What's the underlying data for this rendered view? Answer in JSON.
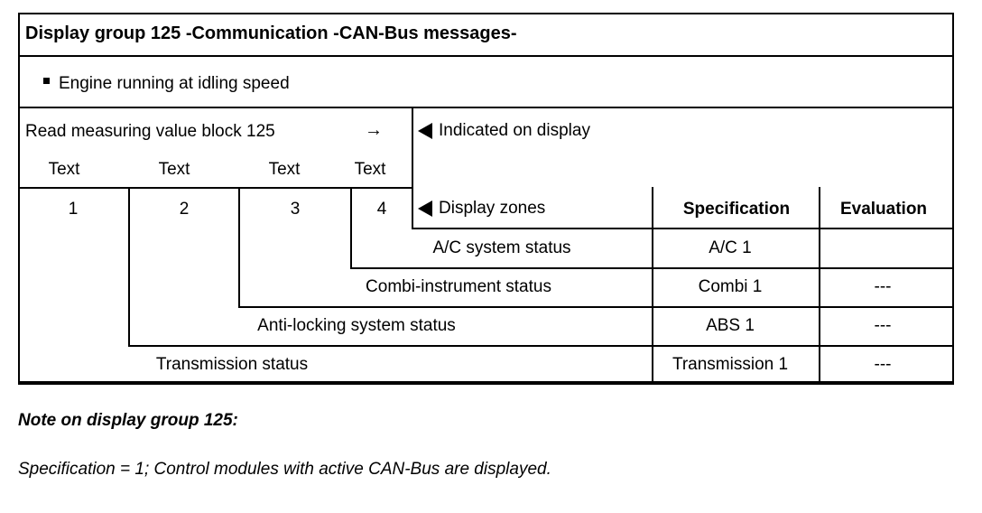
{
  "document": {
    "title": "Display group 125 -Communication -CAN-Bus messages-",
    "condition": "Engine running at idling speed",
    "read_block": {
      "label": "Read measuring value block 125",
      "zone_headers": [
        "Text",
        "Text",
        "Text",
        "Text"
      ]
    },
    "indicated_on_display": "Indicated on display",
    "display_zones": {
      "numbers": [
        "1",
        "2",
        "3",
        "4"
      ],
      "label": "Display zones"
    },
    "columns": {
      "specification": "Specification",
      "evaluation": "Evaluation"
    },
    "rows": [
      {
        "label": "A/C system status",
        "specification": "A/C 1",
        "evaluation": ""
      },
      {
        "label": "Combi-instrument status",
        "specification": "Combi 1",
        "evaluation": "---"
      },
      {
        "label": "Anti-locking system status",
        "specification": "ABS 1",
        "evaluation": "---"
      },
      {
        "label": "Transmission status",
        "specification": "Transmission 1",
        "evaluation": "---"
      }
    ],
    "note": {
      "heading": "Note on display group 125:",
      "body": "Specification = 1; Control modules with active CAN-Bus are displayed."
    },
    "icons": {
      "pointer": "◄",
      "arrow_right": "→",
      "bullet": "•"
    }
  }
}
